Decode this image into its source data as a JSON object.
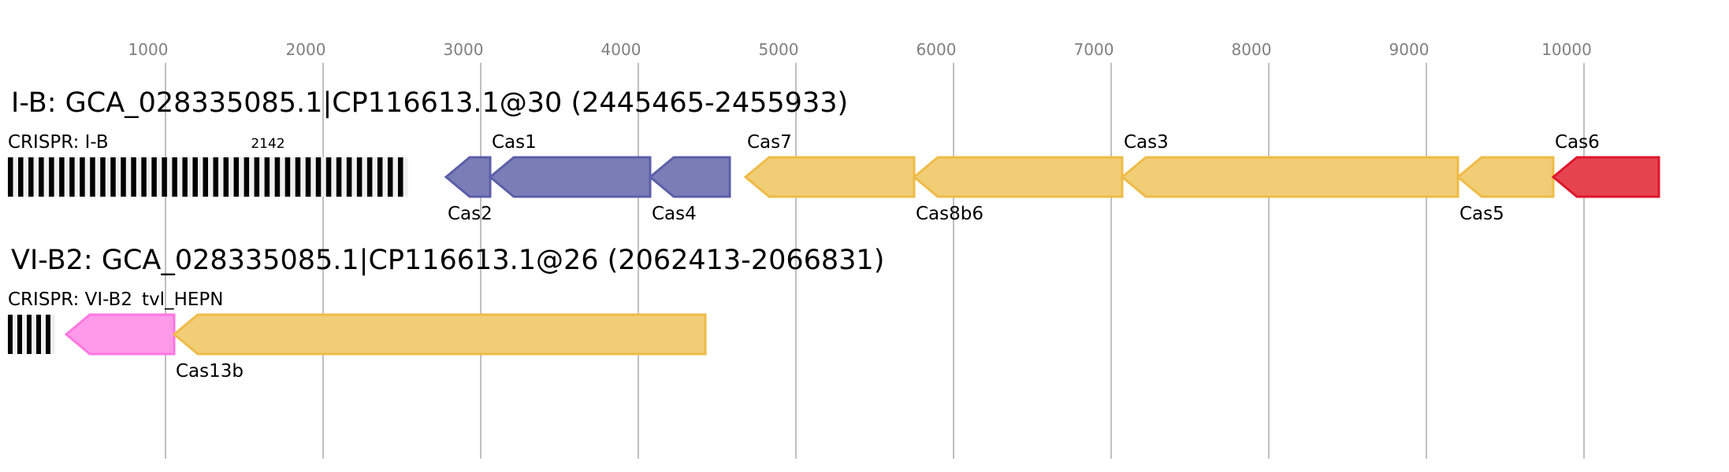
{
  "chart_data": {
    "type": "gene-map",
    "axis": {
      "ticks": [
        1000,
        2000,
        3000,
        4000,
        5000,
        6000,
        7000,
        8000,
        9000,
        10000
      ],
      "tick_labels": [
        "1000",
        "2000",
        "3000",
        "4000",
        "5000",
        "6000",
        "7000",
        "8000",
        "9000",
        "10000"
      ],
      "range_bp": [
        0,
        10900
      ],
      "grid": true
    },
    "colors": {
      "purple_fill": "#7b7db6",
      "purple_stroke": "#5c5ea8",
      "yellow_fill": "#f1cd76",
      "yellow_stroke": "#efbb47",
      "red_fill": "#e5444f",
      "red_stroke": "#e0162b",
      "pink_fill": "#ff99e9",
      "pink_stroke": "#ff77df",
      "array_bar": "#000000",
      "array_gap": "#f0f0f0"
    },
    "loci": [
      {
        "title": "I-B: GCA_028335085.1|CP116613.1@30 (2445465-2455933)",
        "crispr": {
          "label": "CRISPR: I-B",
          "count_label": "2142",
          "start": 0,
          "end": 2540,
          "bars": 39
        },
        "genes": [
          {
            "name": "Cas2",
            "start": 2780,
            "end": 3060,
            "strand": "-",
            "color": "purple",
            "label_pos": "below"
          },
          {
            "name": "Cas1",
            "start": 3060,
            "end": 4075,
            "strand": "-",
            "color": "purple",
            "label_pos": "above"
          },
          {
            "name": "Cas4",
            "start": 4075,
            "end": 4580,
            "strand": "-",
            "color": "purple",
            "label_pos": "below"
          },
          {
            "name": "Cas7",
            "start": 4680,
            "end": 5750,
            "strand": "-",
            "color": "yellow",
            "label_pos": "above"
          },
          {
            "name": "Cas8b6",
            "start": 5750,
            "end": 7070,
            "strand": "-",
            "color": "yellow",
            "label_pos": "below"
          },
          {
            "name": "Cas3",
            "start": 7070,
            "end": 9200,
            "strand": "-",
            "color": "yellow",
            "label_pos": "above"
          },
          {
            "name": "Cas5",
            "start": 9200,
            "end": 9805,
            "strand": "-",
            "color": "yellow",
            "label_pos": "below"
          },
          {
            "name": "Cas6",
            "start": 9805,
            "end": 10475,
            "strand": "-",
            "color": "red",
            "label_pos": "above"
          }
        ]
      },
      {
        "title": "VI-B2: GCA_028335085.1|CP116613.1@26 (2062413-2066831)",
        "crispr": {
          "label": "CRISPR: VI-B2",
          "count_label": "",
          "start": 0,
          "end": 300,
          "bars": 5
        },
        "genes": [
          {
            "name": "tvl_HEPN",
            "start": 370,
            "end": 1055,
            "strand": "-",
            "color": "pink",
            "label_pos": "above"
          },
          {
            "name": "Cas13b",
            "start": 1055,
            "end": 4425,
            "strand": "-",
            "color": "yellow",
            "label_pos": "below"
          }
        ]
      }
    ]
  }
}
